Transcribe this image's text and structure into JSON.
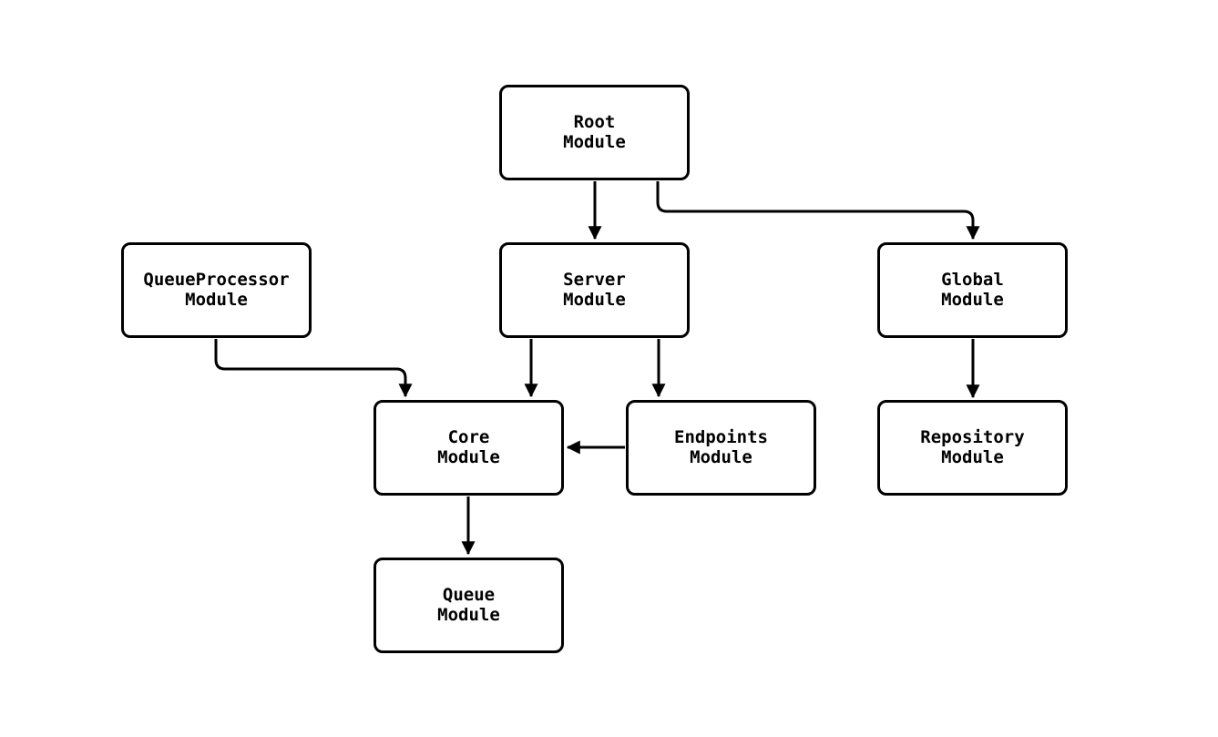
{
  "diagram": {
    "type": "module-dependency-flowchart",
    "colors": {
      "node_border": "#000000",
      "node_fill": "#ffffff",
      "edge_stroke": "#000000",
      "text": "#000000",
      "background": "#ffffff"
    },
    "nodes": [
      {
        "id": "root",
        "label": "Root\nModule"
      },
      {
        "id": "server",
        "label": "Server\nModule"
      },
      {
        "id": "queueprocessor",
        "label": "QueueProcessor\nModule"
      },
      {
        "id": "global",
        "label": "Global\nModule"
      },
      {
        "id": "core",
        "label": "Core\nModule"
      },
      {
        "id": "endpoints",
        "label": "Endpoints\nModule"
      },
      {
        "id": "repository",
        "label": "Repository\nModule"
      },
      {
        "id": "queue",
        "label": "Queue\nModule"
      }
    ],
    "edges": [
      {
        "from": "root",
        "to": "server"
      },
      {
        "from": "root",
        "to": "global"
      },
      {
        "from": "queueprocessor",
        "to": "core"
      },
      {
        "from": "server",
        "to": "core"
      },
      {
        "from": "server",
        "to": "endpoints"
      },
      {
        "from": "endpoints",
        "to": "core"
      },
      {
        "from": "global",
        "to": "repository"
      },
      {
        "from": "core",
        "to": "queue"
      }
    ]
  }
}
